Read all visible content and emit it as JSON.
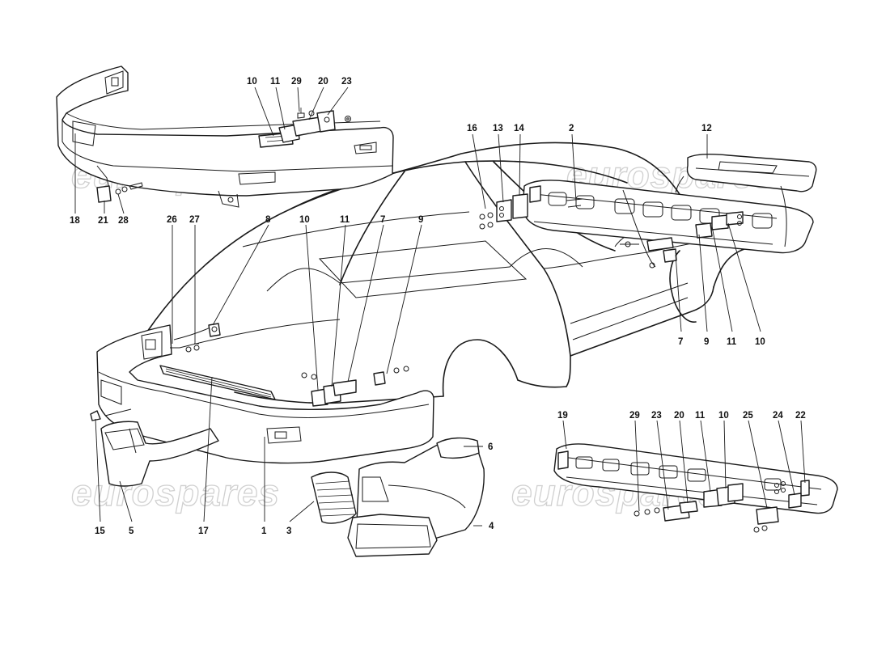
{
  "watermark": "eurospares",
  "callouts": [
    {
      "id": "c-top-10",
      "text": "10"
    },
    {
      "id": "c-top-11",
      "text": "11"
    },
    {
      "id": "c-top-29",
      "text": "29"
    },
    {
      "id": "c-top-20",
      "text": "20"
    },
    {
      "id": "c-top-23",
      "text": "23"
    },
    {
      "id": "c-top-18",
      "text": "18"
    },
    {
      "id": "c-top-21",
      "text": "21"
    },
    {
      "id": "c-top-28",
      "text": "28"
    },
    {
      "id": "c-mid-16",
      "text": "16"
    },
    {
      "id": "c-mid-13",
      "text": "13"
    },
    {
      "id": "c-mid-14",
      "text": "14"
    },
    {
      "id": "c-mid-2",
      "text": "2"
    },
    {
      "id": "c-mid-12",
      "text": "12"
    },
    {
      "id": "c-fr-26",
      "text": "26"
    },
    {
      "id": "c-fr-27",
      "text": "27"
    },
    {
      "id": "c-fr-8",
      "text": "8"
    },
    {
      "id": "c-fr-10",
      "text": "10"
    },
    {
      "id": "c-fr-11",
      "text": "11"
    },
    {
      "id": "c-fr-7",
      "text": "7"
    },
    {
      "id": "c-fr-9",
      "text": "9"
    },
    {
      "id": "c-rr-7",
      "text": "7"
    },
    {
      "id": "c-rr-9",
      "text": "9"
    },
    {
      "id": "c-rr-11",
      "text": "11"
    },
    {
      "id": "c-rr-10",
      "text": "10"
    },
    {
      "id": "c-bt-15",
      "text": "15"
    },
    {
      "id": "c-bt-5",
      "text": "5"
    },
    {
      "id": "c-bt-17",
      "text": "17"
    },
    {
      "id": "c-bt-1",
      "text": "1"
    },
    {
      "id": "c-bt-3",
      "text": "3"
    },
    {
      "id": "c-bt-4",
      "text": "4"
    },
    {
      "id": "c-bt-6",
      "text": "6"
    },
    {
      "id": "c-br-19",
      "text": "19"
    },
    {
      "id": "c-br-29",
      "text": "29"
    },
    {
      "id": "c-br-23",
      "text": "23"
    },
    {
      "id": "c-br-20",
      "text": "20"
    },
    {
      "id": "c-br-11",
      "text": "11"
    },
    {
      "id": "c-br-10",
      "text": "10"
    },
    {
      "id": "c-br-25",
      "text": "25"
    },
    {
      "id": "c-br-24",
      "text": "24"
    },
    {
      "id": "c-br-22",
      "text": "22"
    }
  ]
}
